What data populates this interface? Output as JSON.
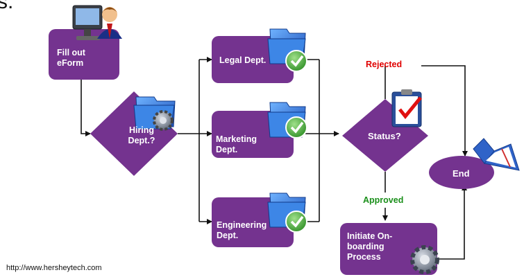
{
  "top_text": "s.",
  "credit": "http://www.hersheytech.com",
  "colors": {
    "node": "#74338f",
    "line": "#111111",
    "rejected": "#e00000",
    "approved": "#1a8f1a"
  },
  "nodes": {
    "fill_eform": "Fill out\neForm",
    "hiring": "Hiring\nDept.?",
    "legal": "Legal Dept.",
    "marketing": "Marketing\nDept.",
    "engineering": "Engineering\nDept.",
    "status": "Status?",
    "end": "End",
    "onboarding": "Initiate On-\nboarding\nProcess"
  },
  "edges": {
    "rejected": "Rejected",
    "approved": "Approved"
  },
  "icons": [
    "user-at-computer-icon",
    "folder-gear-icon",
    "folder-check-icon",
    "clipboard-check-icon",
    "open-book-icon",
    "gear-icon"
  ]
}
